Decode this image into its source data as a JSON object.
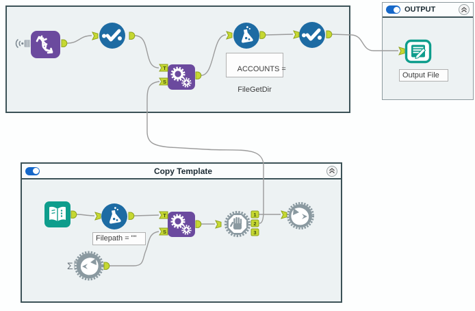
{
  "containers": {
    "top": {
      "title": ""
    },
    "output": {
      "title": "OUTPUT",
      "enabled": true
    },
    "copy_template": {
      "title": "Copy Template",
      "enabled": true
    }
  },
  "annotations": {
    "accounts_line1": "ACCOUNTS =",
    "accounts_line2": "FileGetDir",
    "filepath": "Filepath = \"\"",
    "output_file": "Output File"
  },
  "anchors": {
    "t": "T",
    "s": "S",
    "one": "1",
    "two": "2",
    "three": "3",
    "sigma": "Σ"
  },
  "icons": {
    "dna-macro-tool": "double-helix",
    "unique-tool": "checkmark-with-dots",
    "formula-tool": "flask",
    "gears-macro-tool": "two-gears-plus",
    "output-data-tool": "document-with-pencil",
    "text-input-tool": "open-book",
    "block-until-done-tool": "hand-in-octagon-gear",
    "runner-macro-tool": "fish-in-gear",
    "wireless-indicator": "wireless-signal",
    "collapse-button": "chevron-up-circle",
    "toggle": "toggle-on"
  },
  "colors": {
    "purple": "#6b4a9e",
    "blue": "#1d6ba3",
    "teal": "#0e9d8c",
    "tool_gray": "#8a99a0",
    "anchor_green": "#c6d832",
    "anchor_border": "#8fa21f",
    "wire": "#9b9b9b",
    "container_bg": "#edf2f3",
    "container_border": "#3c5257",
    "toggle_blue": "#1668c9"
  }
}
